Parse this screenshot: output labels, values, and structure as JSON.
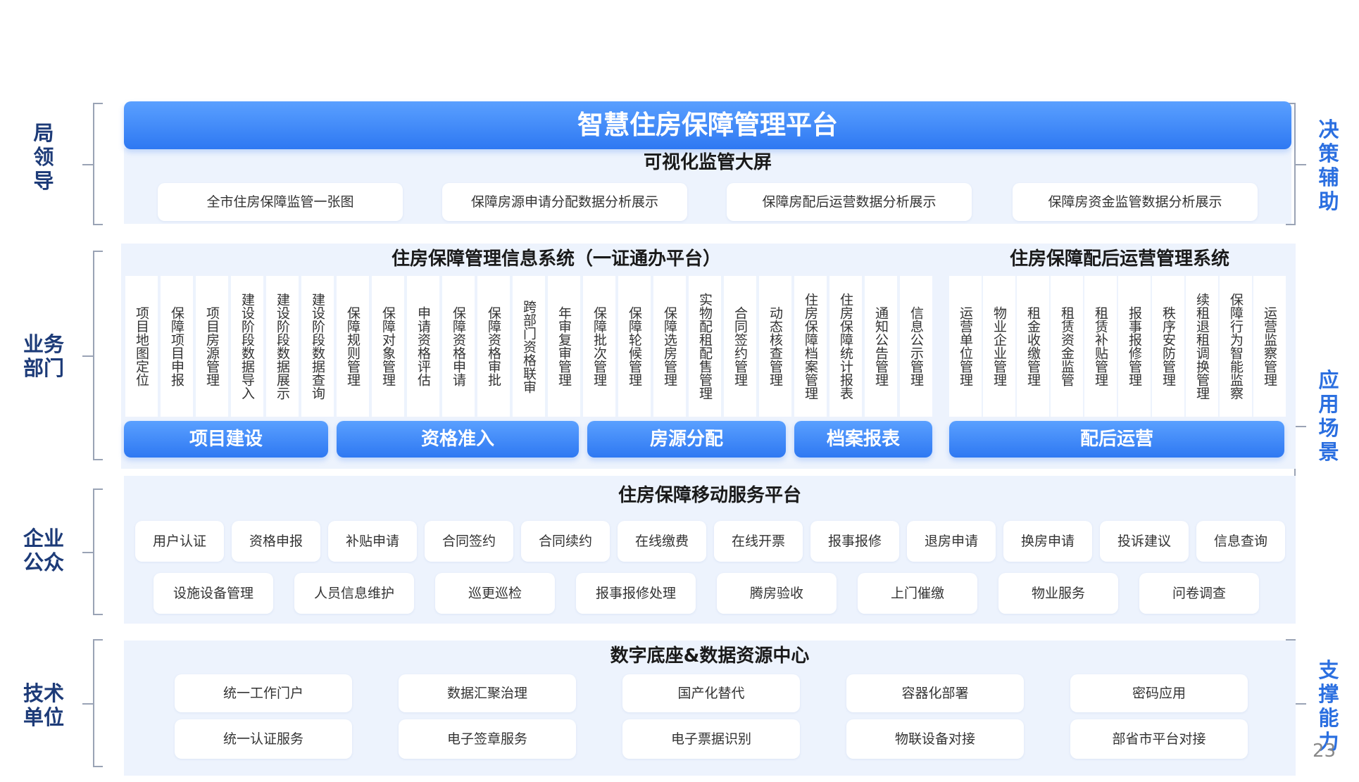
{
  "platform_title": "智慧住房保障管理平台",
  "layers": {
    "leader": {
      "label": "局\n领\n导",
      "right_label": "决\n策\n辅\n助"
    },
    "business": {
      "label": "业务\n部门",
      "right_label": "应\n用\n场\n景"
    },
    "public": {
      "label": "企业\n公众"
    },
    "tech": {
      "label": "技术\n单位",
      "right_label": "支\n撑\n能\n力"
    }
  },
  "dashboard": {
    "title": "可视化监管大屏",
    "items": [
      "全市住房保障监管一张图",
      "保障房源申请分配数据分析展示",
      "保障房配后运营数据分析展示",
      "保障房资金监管数据分析展示"
    ]
  },
  "info_system": {
    "title": "住房保障管理信息系统（一证通办平台）",
    "columns": [
      "项目地图定位",
      "保障项目申报",
      "项目房源管理",
      "建设阶段数据导入",
      "建设阶段数据展示",
      "建设阶段数据查询",
      "保障规则管理",
      "保障对象管理",
      "申请资格评估",
      "保障资格申请",
      "保障资格审批",
      "跨部门资格联审",
      "年审复审管理",
      "保障批次管理",
      "保障轮候管理",
      "保障选房管理",
      "实物配租配售管理",
      "合同签约管理",
      "动态核查管理",
      "住房保障档案管理",
      "住房保障统计报表",
      "通知公告管理",
      "信息公示管理"
    ],
    "categories": [
      "项目建设",
      "资格准入",
      "房源分配",
      "档案报表"
    ]
  },
  "ops_system": {
    "title": "住房保障配后运营管理系统",
    "columns": [
      "运营单位管理",
      "物业企业管理",
      "租金收缴管理",
      "租赁资金监管",
      "租赁补贴管理",
      "报事报修管理",
      "秩序安防管理",
      "续租退租调换管理",
      "保障行为智能监察",
      "运营监察管理"
    ],
    "category": "配后运营"
  },
  "mobile": {
    "title": "住房保障移动服务平台",
    "row1": [
      "用户认证",
      "资格申报",
      "补贴申请",
      "合同签约",
      "合同续约",
      "在线缴费",
      "在线开票",
      "报事报修",
      "退房申请",
      "换房申请",
      "投诉建议",
      "信息查询"
    ],
    "row2": [
      "设施设备管理",
      "人员信息维护",
      "巡更巡检",
      "报事报修处理",
      "腾房验收",
      "上门催缴",
      "物业服务",
      "问卷调查"
    ]
  },
  "data_center": {
    "title": "数字底座&数据资源中心",
    "row1": [
      "统一工作门户",
      "数据汇聚治理",
      "国产化替代",
      "容器化部署",
      "密码应用"
    ],
    "row2": [
      "统一认证服务",
      "电子签章服务",
      "电子票据识别",
      "物联设备对接",
      "部省市平台对接"
    ]
  },
  "page_number": "23",
  "colors": {
    "accent": "#2e78f2",
    "panel": "#edf3fd",
    "side_label": "#1d3b78"
  }
}
